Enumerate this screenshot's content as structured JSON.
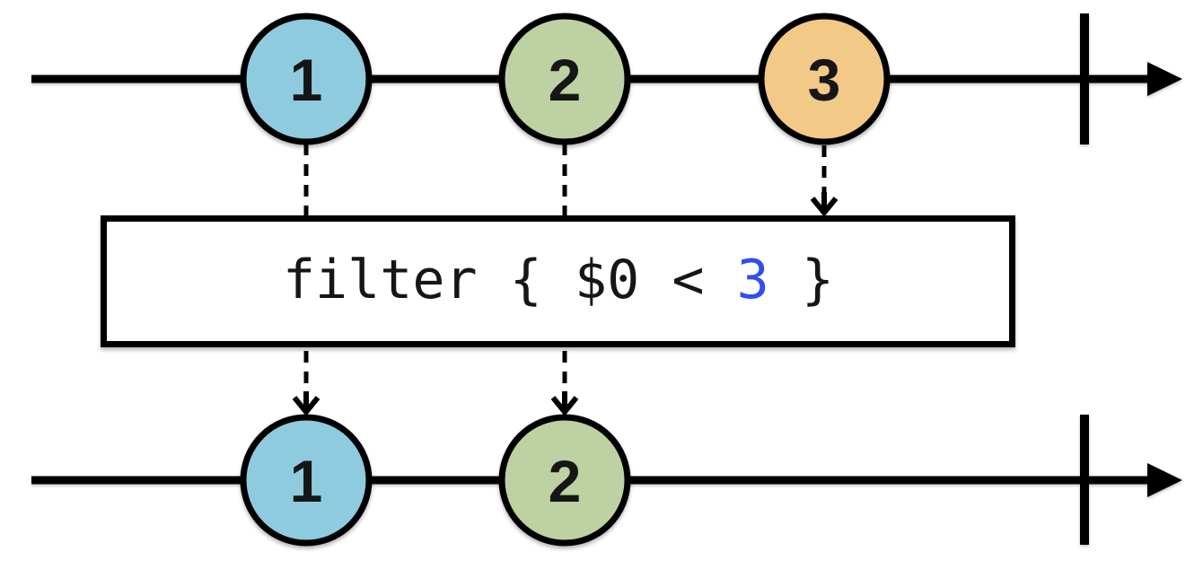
{
  "diagram_type": "marble-diagram",
  "operator_box": {
    "code_prefix": "filter { $0 < ",
    "code_argument": "3",
    "code_suffix": " }",
    "argument_color": "#2F4FEF",
    "full_code": "filter { $0 < 3 }"
  },
  "source_timeline": {
    "marbles": [
      {
        "value": "1",
        "color": "#8FCBDE"
      },
      {
        "value": "2",
        "color": "#BDD1A2"
      },
      {
        "value": "3",
        "color": "#F2C987"
      }
    ]
  },
  "result_timeline": {
    "marbles": [
      {
        "value": "1",
        "color": "#8FCBDE"
      },
      {
        "value": "2",
        "color": "#BDD1A2"
      }
    ]
  },
  "style": {
    "stroke_color": "#000000",
    "background_color": "#FFFFFF",
    "marble_text_color": "#161616"
  }
}
